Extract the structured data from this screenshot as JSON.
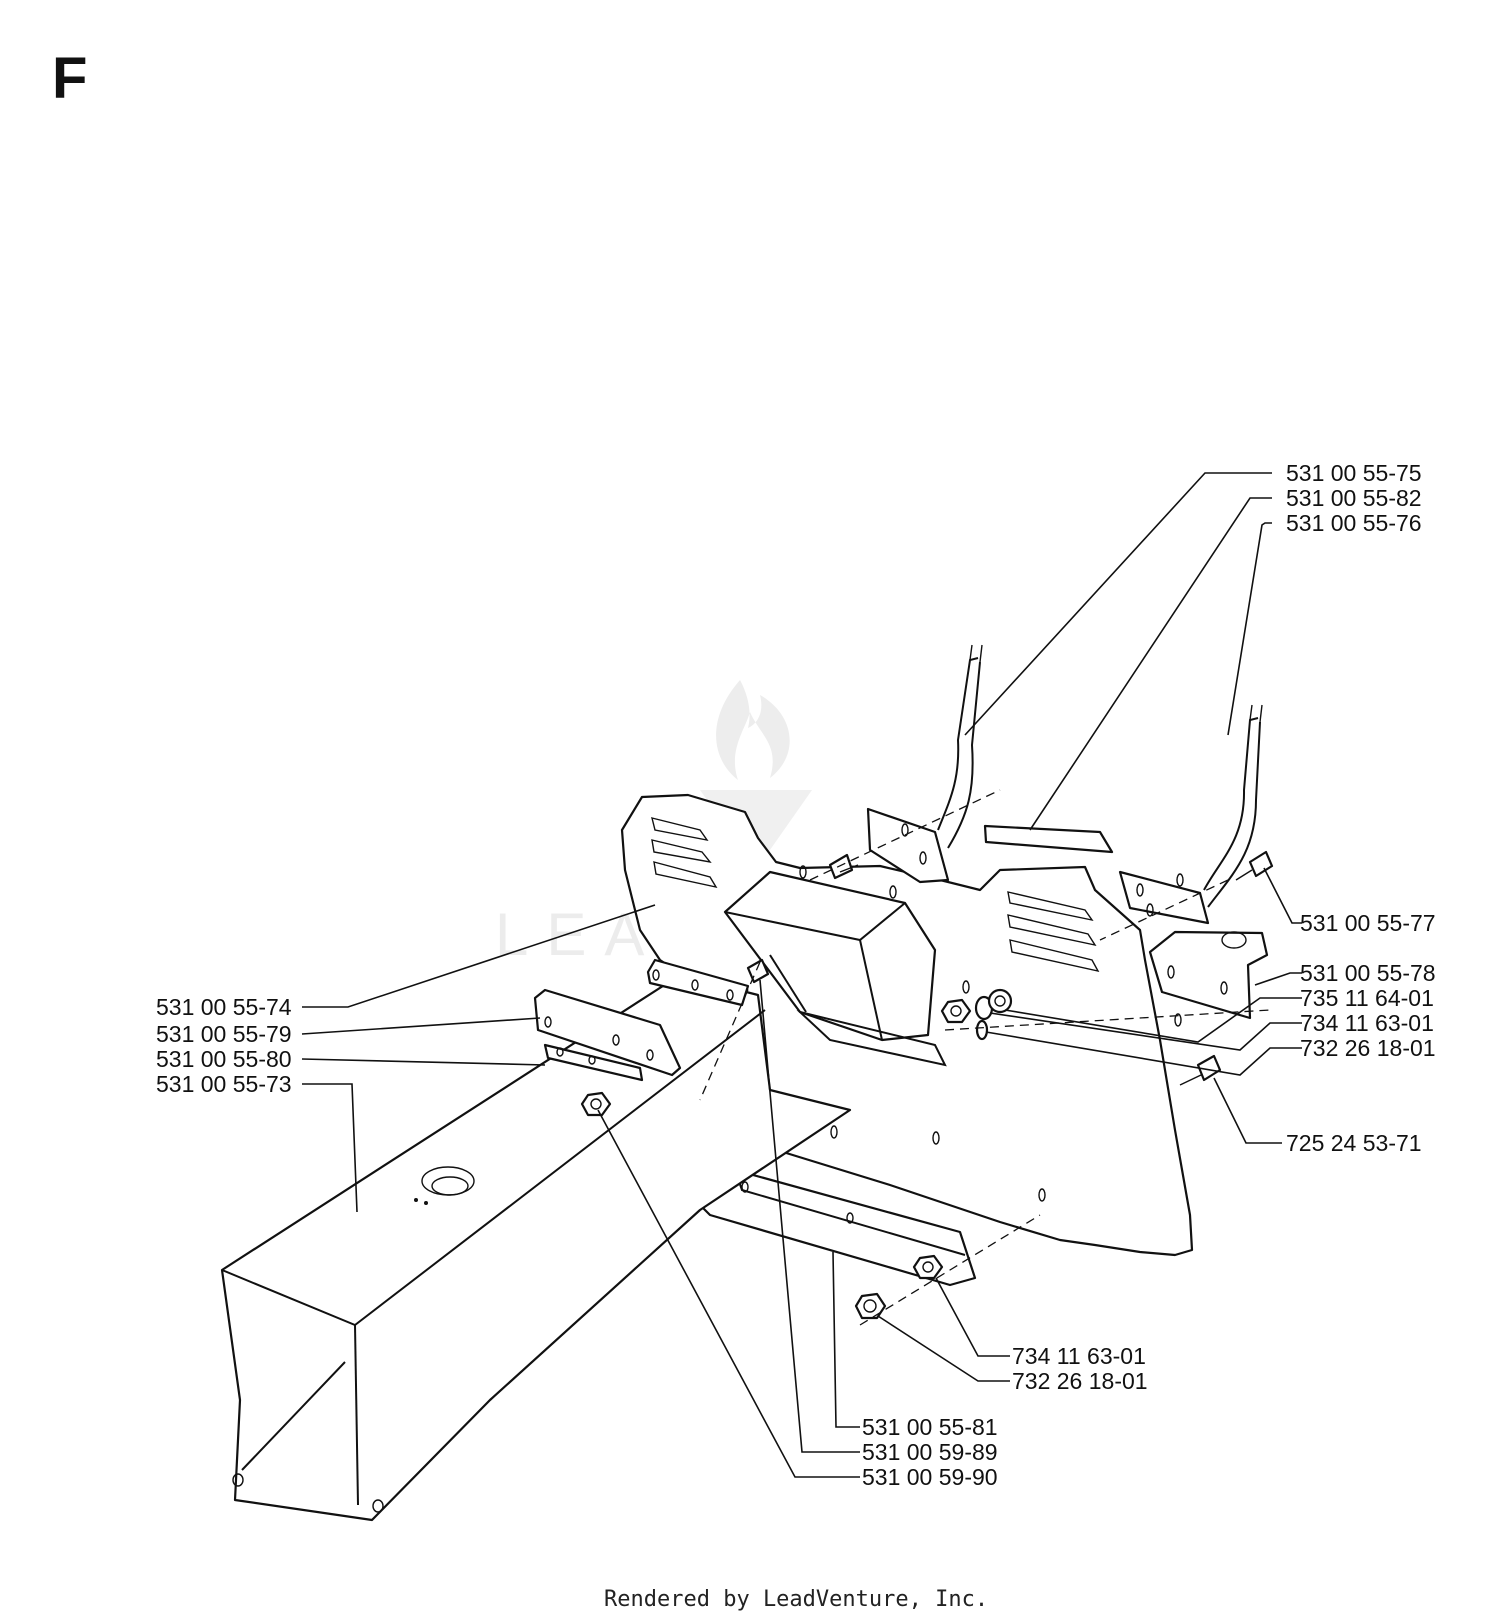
{
  "section_letter": "F",
  "watermark": {
    "text": "LEADVENTURE",
    "color": "#e6e6e6"
  },
  "footer": "Rendered by LeadVenture, Inc.",
  "callouts": [
    "531 00 55-75",
    "531 00 55-82",
    "531 00 55-76",
    "531 00 55-77",
    "531 00 55-78",
    "735 11 64-01",
    "734 11 63-01",
    "732 26 18-01",
    "725 24 53-71",
    "531 00 55-74",
    "531 00 55-79",
    "531 00 55-80",
    "531 00 55-73",
    "734 11 63-01",
    "732 26 18-01",
    "531 00 55-81",
    "531 00 59-89",
    "531 00 59-90"
  ]
}
